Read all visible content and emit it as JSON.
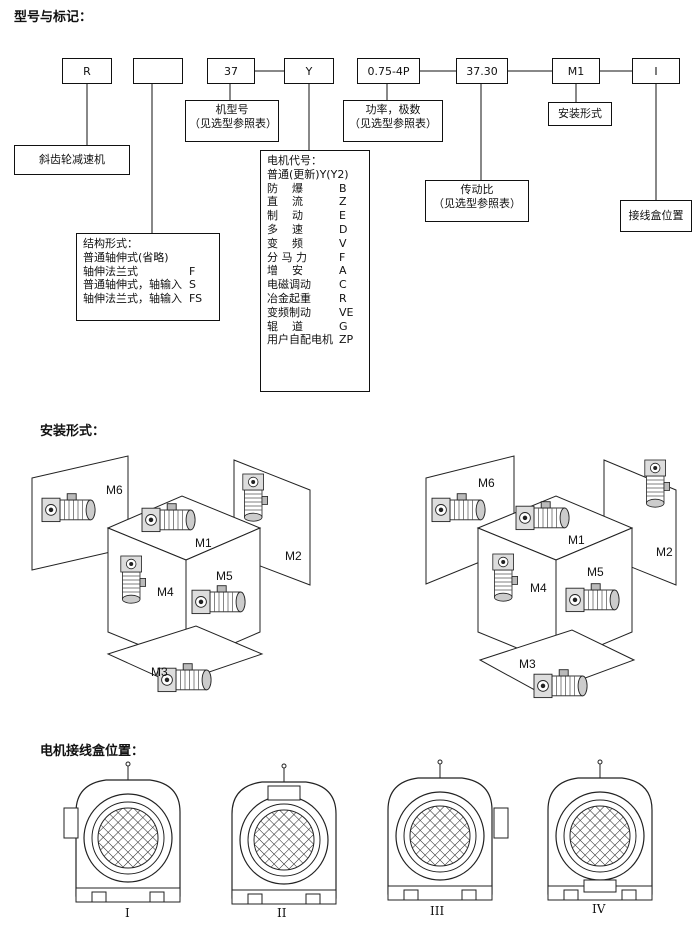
{
  "title": "型号与标记：",
  "code_boxes": {
    "r": "R",
    "blank": "",
    "size": "37",
    "y": "Y",
    "power": "0.75-4P",
    "ratio": "37.30",
    "mount": "M1",
    "box_pos": "I"
  },
  "labels": {
    "helical": "斜齿轮减速机",
    "frame": [
      "机型号",
      "（见选型参照表）"
    ],
    "power": [
      "功率，极数",
      "（见选型参照表）"
    ],
    "mount": "安装形式",
    "ratio": [
      "传动比",
      "（见选型参照表）"
    ],
    "terminal": "接线盒位置"
  },
  "structure": {
    "title": "结构形式：",
    "rows": [
      {
        "name": "普通轴伸式(省略)",
        "code": ""
      },
      {
        "name": "轴伸法兰式",
        "code": "F"
      },
      {
        "name": "普通轴伸式，轴输入",
        "code": "S"
      },
      {
        "name": "轴伸法兰式，轴输入",
        "code": "FS"
      }
    ]
  },
  "motor": {
    "title": "电机代号：",
    "rows": [
      {
        "name": "普通(更新)Y(Y2)",
        "code": ""
      },
      {
        "name": "防    爆",
        "code": "B"
      },
      {
        "name": "直    流",
        "code": "Z"
      },
      {
        "name": "制    动",
        "code": "E"
      },
      {
        "name": "多    速",
        "code": "D"
      },
      {
        "name": "变    频",
        "code": "V"
      },
      {
        "name": "分 马 力",
        "code": "F"
      },
      {
        "name": "增    安",
        "code": "A"
      },
      {
        "name": "电磁调动",
        "code": "C"
      },
      {
        "name": "冶金起重",
        "code": "R"
      },
      {
        "name": "变频制动",
        "code": "VE"
      },
      {
        "name": "辊    道",
        "code": "G"
      },
      {
        "name": "用户自配电机",
        "code": "ZP"
      }
    ]
  },
  "mounting_heading": "安装形式：",
  "mount_labels": [
    "M1",
    "M2",
    "M3",
    "M4",
    "M5",
    "M6"
  ],
  "terminal_heading": "电机接线盒位置：",
  "terminal_positions": [
    "I",
    "II",
    "III",
    "IV"
  ]
}
